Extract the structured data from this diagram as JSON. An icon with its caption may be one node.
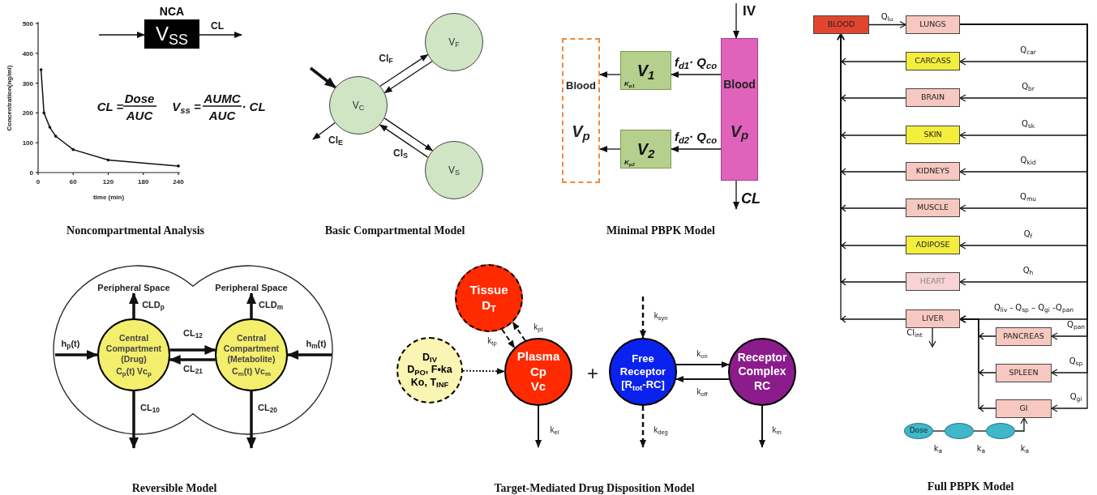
{
  "diagram": {
    "nodes": [
      {
        "text": [
          "NCA",
          "V$_{SS}$"
        ]
      },
      {
        "text": [
          "V$_{C}$"
        ]
      },
      {
        "text": [
          "V$_{F}$"
        ]
      },
      {
        "text": [
          "V$_{S}$"
        ]
      },
      {
        "text": [
          "Blood",
          "V$_{p}$"
        ]
      },
      {
        "text": [
          "V$_{1}$",
          "K$_{p1}$"
        ]
      },
      {
        "text": [
          "V$_{2}$",
          "K$_{p2}$"
        ]
      },
      {
        "text": [
          "Blood",
          "V$_{p}$"
        ]
      },
      {
        "text": [
          "BLOOD"
        ]
      },
      {
        "text": [
          "LUNGS"
        ]
      },
      {
        "text": [
          "CARCASS"
        ]
      },
      {
        "text": [
          "BRAIN"
        ]
      },
      {
        "text": [
          "SKIN"
        ]
      },
      {
        "text": [
          "KIDNEYS"
        ]
      },
      {
        "text": [
          "MUSCLE"
        ]
      },
      {
        "text": [
          "ADIPOSE"
        ]
      },
      {
        "text": [
          "HEART"
        ]
      },
      {
        "text": [
          "LIVER"
        ]
      },
      {
        "text": [
          "PANCREAS"
        ]
      },
      {
        "text": [
          "SPLEEN"
        ]
      },
      {
        "text": [
          "GI"
        ]
      },
      {
        "text": [
          "Dose"
        ]
      },
      {
        "text": [],
        "shape": "ellipse"
      },
      {
        "text": [],
        "shape": "ellipse"
      },
      {
        "text": [],
        "shape": "cloud"
      },
      {
        "text": [
          "Peripheral Space"
        ],
        "in": 24
      },
      {
        "text": [
          "Peripheral Space"
        ],
        "in": 24
      },
      {
        "text": [
          "Central Compartment (Drug)",
          "C$_{p}$(t) Vc$_{p}$"
        ],
        "in": 24
      },
      {
        "text": [
          "Central Compartment (Metabolite)",
          "C$_{m}$(t) Vc$_{m}$"
        ],
        "in": 24
      },
      {
        "text": [
          "Tissue",
          "D$_{T}$"
        ]
      },
      {
        "text": [
          "D$_{IV}$",
          "D$_{PO}$, F•ka",
          "Ko, T$_{INF}$"
        ]
      },
      {
        "text": [
          "Plasma",
          "Cp",
          "Vc"
        ]
      },
      {
        "text": [
          "Free Receptor",
          "[R$_{tot}$-RC]"
        ]
      },
      {
        "text": [
          "Receptor Complex",
          "RC"
        ]
      }
    ],
    "edges": [
      {
        "from": null,
        "to": 0,
        "arrow": "to"
      },
      {
        "from": 0,
        "to": null,
        "arrow": "to",
        "label": "CL"
      },
      {
        "from": null,
        "to": 1,
        "arrow": "to",
        "style": "thick"
      },
      {
        "from": 1,
        "to": 2,
        "arrow": "to",
        "label": "Cl$_{F}$"
      },
      {
        "from": 2,
        "to": 1,
        "arrow": "to"
      },
      {
        "from": 1,
        "to": 3,
        "arrow": "to"
      },
      {
        "from": 3,
        "to": 1,
        "arrow": "to",
        "label": "Cl$_{S}$"
      },
      {
        "from": 1,
        "to": null,
        "arrow": "to",
        "label": "Cl$_{E}$"
      },
      {
        "from": null,
        "to": 7,
        "arrow": "to",
        "label": "IV"
      },
      {
        "from": 7,
        "to": 5,
        "arrow": "to",
        "label": "f$_{d1}$· Q$_{co}$"
      },
      {
        "from": 5,
        "to": 4,
        "arrow": "to"
      },
      {
        "from": 7,
        "to": 6,
        "arrow": "to",
        "label": "f$_{d2}$· Q$_{co}$"
      },
      {
        "from": 6,
        "to": 4,
        "arrow": "to"
      },
      {
        "from": 7,
        "to": null,
        "arrow": "to",
        "label": "CL"
      },
      {
        "from": 8,
        "to": 9,
        "arrow": "to",
        "label": "Q$_{lu}$"
      },
      {
        "from": 9,
        "to": 10,
        "arrow": "to",
        "label": "Q$_{car}$"
      },
      {
        "from": 9,
        "to": 11,
        "arrow": "to",
        "label": "Q$_{br}$"
      },
      {
        "from": 9,
        "to": 12,
        "arrow": "to",
        "label": "Q$_{sk}$"
      },
      {
        "from": 9,
        "to": 13,
        "arrow": "to",
        "label": "Q$_{kid}$"
      },
      {
        "from": 9,
        "to": 14,
        "arrow": "to",
        "label": "Q$_{mu}$"
      },
      {
        "from": 9,
        "to": 15,
        "arrow": "to",
        "label": "Q$_{f}$"
      },
      {
        "from": 9,
        "to": 16,
        "arrow": "to",
        "label": "Q$_{h}$"
      },
      {
        "from": 9,
        "to": 17,
        "arrow": "to",
        "label": "Q$_{liv}$ - Q$_{sp}$ – Q$_{gi}$ -Q$_{pan}$"
      },
      {
        "from": 9,
        "to": 18,
        "arrow": "to",
        "label": "Q$_{pan}$"
      },
      {
        "from": 9,
        "to": 19,
        "arrow": "to",
        "label": "Q$_{sp}$"
      },
      {
        "from": 9,
        "to": 20,
        "arrow": "to",
        "label": "Q$_{gi}$"
      },
      {
        "from": 10,
        "to": 8,
        "arrow": "to"
      },
      {
        "from": 11,
        "to": 8,
        "arrow": "to"
      },
      {
        "from": 12,
        "to": 8,
        "arrow": "to"
      },
      {
        "from": 13,
        "to": 8,
        "arrow": "to"
      },
      {
        "from": 14,
        "to": 8,
        "arrow": "to"
      },
      {
        "from": 15,
        "to": 8,
        "arrow": "to"
      },
      {
        "from": 16,
        "to": 8,
        "arrow": "to"
      },
      {
        "from": 17,
        "to": 8,
        "arrow": "to"
      },
      {
        "from": 18,
        "to": 17,
        "arrow": "to"
      },
      {
        "from": 19,
        "to": 17,
        "arrow": "to"
      },
      {
        "from": 20,
        "to": 17,
        "arrow": "to"
      },
      {
        "from": 17,
        "to": null,
        "arrow": "to",
        "label": "Cl$_{int}$"
      },
      {
        "from": 21,
        "to": 22,
        "arrow": "none",
        "label": "k$_{a}$"
      },
      {
        "from": 22,
        "to": 23,
        "arrow": "none",
        "label": "k$_{a}$"
      },
      {
        "from": 23,
        "to": 20,
        "arrow": "to",
        "label": "k$_{a}$"
      },
      {
        "from": 27,
        "to": 25,
        "arrow": "to",
        "label": "CLD$_{p}$",
        "style": "thick"
      },
      {
        "from": 28,
        "to": 26,
        "arrow": "to",
        "label": "CLD$_{m}$",
        "style": "thick"
      },
      {
        "from": null,
        "to": 27,
        "arrow": "to",
        "label": "h$_{p}$(t)",
        "style": "thick"
      },
      {
        "from": null,
        "to": 28,
        "arrow": "to",
        "label": "h$_{m}$(t)",
        "style": "thick"
      },
      {
        "from": 27,
        "to": 28,
        "arrow": "to",
        "label": "CL$_{12}$",
        "style": "thick"
      },
      {
        "from": 28,
        "to": 27,
        "arrow": "to",
        "label": "CL$_{21}$",
        "style": "thick"
      },
      {
        "from": 27,
        "to": null,
        "arrow": "to",
        "label": "CL$_{10}$",
        "style": "thick"
      },
      {
        "from": 28,
        "to": null,
        "arrow": "to",
        "label": "CL$_{20}$",
        "style": "thick"
      },
      {
        "from": 29,
        "to": 31,
        "arrow": "to",
        "label": "k$_{tp}$",
        "style": "dashed"
      },
      {
        "from": 31,
        "to": 29,
        "arrow": "to",
        "label": "k$_{pt}$",
        "style": "dashed"
      },
      {
        "from": 30,
        "to": 31,
        "arrow": "to",
        "style": "dashed"
      },
      {
        "from": null,
        "to": 32,
        "arrow": "to",
        "label": "k$_{syn}$",
        "style": "dashed"
      },
      {
        "from": 32,
        "to": null,
        "arrow": "to",
        "label": "k$_{deg}$",
        "style": "dashed"
      },
      {
        "from": 31,
        "to": null,
        "arrow": "to",
        "label": "k$_{el}$"
      },
      {
        "from": 32,
        "to": 33,
        "arrow": "to",
        "label": "k$_{on}$"
      },
      {
        "from": 33,
        "to": 32,
        "arrow": "to",
        "label": "k$_{off}$"
      },
      {
        "from": 33,
        "to": null,
        "arrow": "to",
        "label": "k$_{m}$"
      }
    ],
    "labels": [
      "CL =",
      "Dose",
      "AUC",
      "V$_{ss}$ =",
      "AUMC",
      "AUC",
      "· CL",
      "Noncompartmental Analysis",
      "Basic Compartmental Model",
      "Minimal PBPK Model",
      "+",
      "Reversible Model",
      "Target-Mediated Drug Disposition Model",
      "Full PBPK Model"
    ],
    "chart_data": {
      "type": "line",
      "xlabel": "time (min)",
      "ylabel": "Concentration(ng/ml)",
      "x": [
        5,
        10,
        20,
        30,
        60,
        120,
        240
      ],
      "series": [
        {
          "color": "#111111",
          "values": [
            345,
            200,
            152,
            122,
            77,
            42,
            22
          ]
        }
      ],
      "xlim": [
        0,
        240
      ],
      "ylim": [
        0,
        500
      ],
      "xticks": [
        0,
        60,
        120,
        180,
        240
      ],
      "yticks": [
        0,
        100,
        200,
        300,
        400,
        500
      ]
    }
  }
}
